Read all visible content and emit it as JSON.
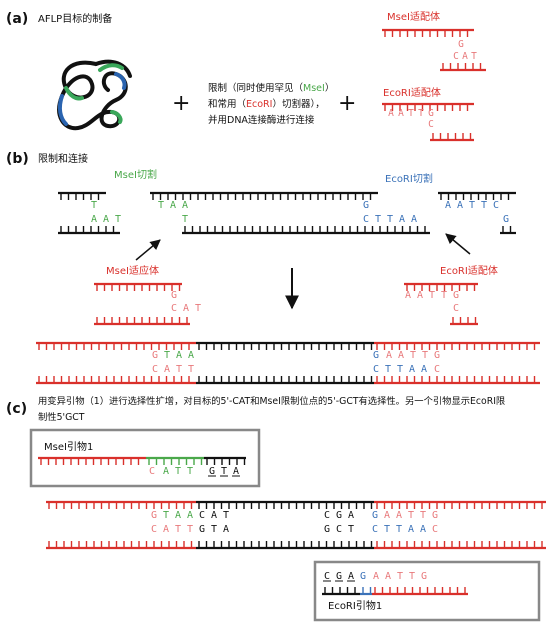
{
  "colors": {
    "red": "#d9302b",
    "pink": "#e8797b",
    "green": "#4aa84a",
    "blue": "#3b72b8",
    "black": "#111111",
    "gray": "#888888",
    "bio_green": "#3aa75a",
    "bio_blue": "#2a64b0"
  },
  "section_a": {
    "label": "(a)",
    "title": "AFLP目标的制备",
    "plus": "+",
    "text": {
      "l1a": "限制（同时使用罕见（",
      "l1b": "MseI",
      "l1c": "）",
      "l2a": "和常用（",
      "l2b": "EcoRI",
      "l2c": "）切割器），",
      "l3": "并用DNA连接酶进行连接"
    },
    "msei_adapter": {
      "title": "MseI适配体",
      "bases": [
        "G",
        "C",
        "A",
        "T"
      ]
    },
    "ecori_adapter": {
      "title": "EcoRI适配体",
      "bases": [
        "A",
        "A",
        "T",
        "T",
        "G",
        "C"
      ]
    }
  },
  "section_b": {
    "label": "(b)",
    "title": "限制和连接",
    "msei_cut": "MseI切割",
    "ecori_cut": "EcoRI切割",
    "left_bases": {
      "top": [
        "T"
      ],
      "bottom": [
        "A",
        "A",
        "T"
      ]
    },
    "msei_overhang": {
      "top": [
        "T",
        "A",
        "A"
      ],
      "bottom": [
        "T"
      ]
    },
    "ecori_overhang": {
      "top": [
        "G"
      ],
      "bottom": [
        "C",
        "T",
        "T",
        "A",
        "A"
      ]
    },
    "right_bases": {
      "top": [
        "A",
        "A",
        "T",
        "T",
        "C"
      ],
      "bottom": [
        "G"
      ]
    },
    "msei_adapter_label": "MseI适应体",
    "msei_adapter_bases": {
      "top": [
        "G"
      ],
      "bottom": [
        "C",
        "A",
        "T"
      ]
    },
    "ecori_adapter_label": "EcoRI适配体",
    "ecori_adapter_bases": {
      "top": [
        "A",
        "A",
        "T",
        "T",
        "G"
      ],
      "bottom": [
        "C"
      ]
    },
    "ligated": {
      "top_left_pink": [
        "G"
      ],
      "top_left_green": [
        "T",
        "A",
        "A"
      ],
      "bottom_left_pink": [
        "C",
        "A",
        "T",
        "T"
      ],
      "top_right_blue": [
        "G"
      ],
      "top_right_pink": [
        "A",
        "A",
        "T",
        "T",
        "G"
      ],
      "bottom_right_blue": [
        "C",
        "T",
        "T",
        "A",
        "A"
      ],
      "bottom_right_pink": [
        "C"
      ]
    }
  },
  "section_c": {
    "label": "(c)",
    "text_line1": "用变异引物（1）进行选择性扩增，对目标的5'-CAT和MseI限制位点的5'-GCT有选择性。另一个引物显示EcoRI限",
    "text_line2": "制性5'GCT",
    "msei_primer": {
      "title": "MseI引物1",
      "bases_pink": [
        "C"
      ],
      "bases_green": [
        "A",
        "T",
        "T"
      ],
      "bases_black": [
        "G",
        "T",
        "A"
      ]
    },
    "product": {
      "top": [
        "G",
        "T",
        "A",
        "A",
        "C",
        "A",
        "T",
        "C",
        "G",
        "A",
        "G",
        "A",
        "A",
        "T",
        "T",
        "G"
      ],
      "bottom": [
        "C",
        "A",
        "T",
        "T",
        "G",
        "T",
        "A",
        "G",
        "C",
        "T",
        "C",
        "T",
        "T",
        "A",
        "A",
        "C"
      ]
    },
    "ecori_primer": {
      "title": "EcoRI引物1",
      "bases_black": [
        "C",
        "G",
        "A"
      ],
      "bases_blue": [
        "G"
      ],
      "bases_pink": [
        "A",
        "A",
        "T",
        "T",
        "G"
      ]
    }
  }
}
